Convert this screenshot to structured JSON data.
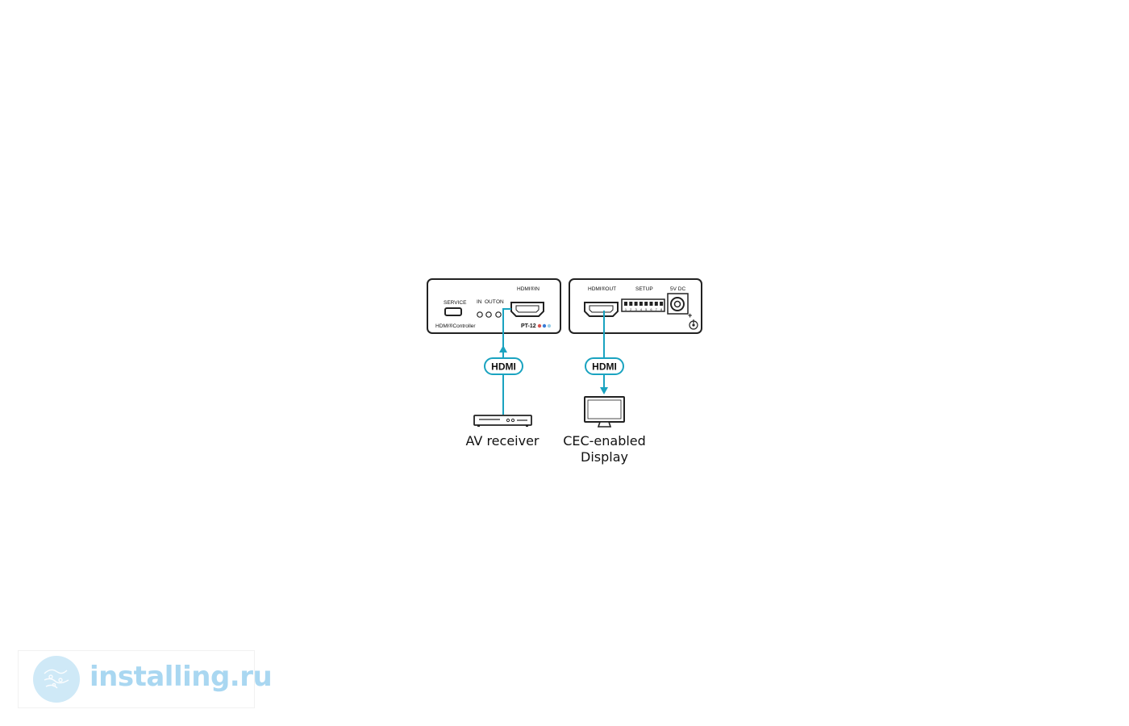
{
  "transmitter": {
    "service_label": "SERVICE",
    "controller_label": "HDMI®Controller",
    "led_labels": [
      "IN",
      "OUT",
      "ON"
    ],
    "hdmi_in_label": "HDMI®IN",
    "model_label": "PT-12"
  },
  "receiver": {
    "hdmi_out_label": "HDMI®OUT",
    "setup_label": "SETUP",
    "power_label": "5V DC",
    "dip_numbers": [
      "1",
      "2",
      "3",
      "4",
      "5",
      "6",
      "7",
      "8"
    ]
  },
  "cables": {
    "left_label": "HDMI",
    "right_label": "HDMI"
  },
  "devices": {
    "source_label": "AV receiver",
    "display_label_line1": "CEC-enabled",
    "display_label_line2": "Display"
  },
  "watermark": {
    "text": "installing.ru"
  },
  "colors": {
    "cable": "#1aa3c0",
    "device_outline": "#222222",
    "led_red": "#d9534f",
    "led_blue": "#3a7bd5",
    "led_light": "#9ccfe8",
    "watermark_text": "#a9d7f1"
  }
}
